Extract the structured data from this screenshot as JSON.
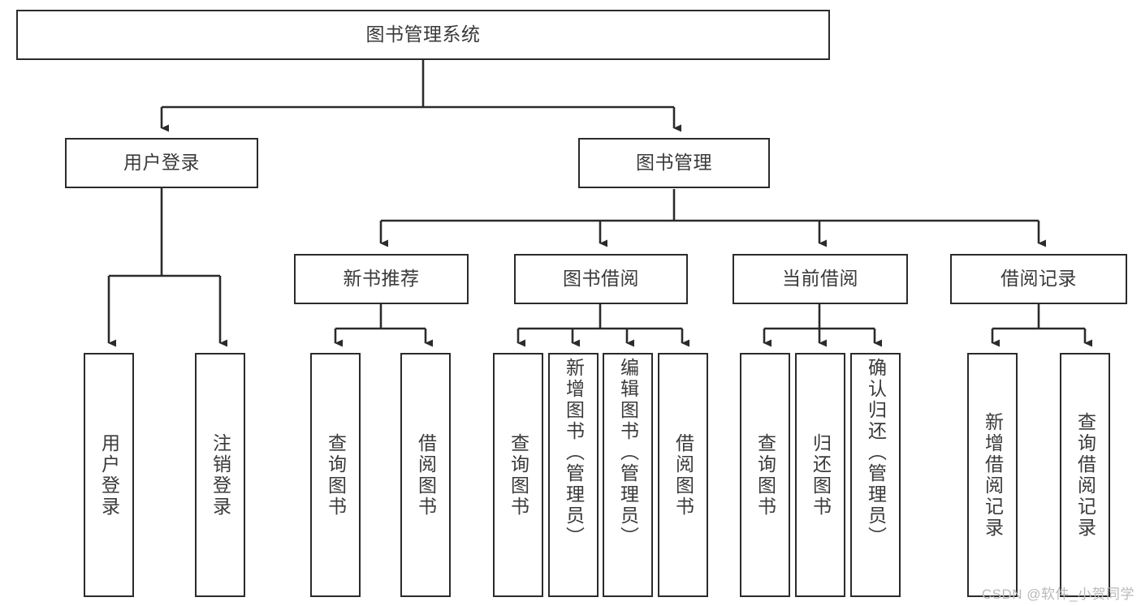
{
  "diagram": {
    "title": "图书管理系统",
    "type": "hierarchy-tree",
    "colors": {
      "box_border": "#2b2b2b",
      "box_fill": "#ffffff",
      "text": "#3a3a3a",
      "edge": "#2b2b2b",
      "watermark": "#b9b9b9",
      "background": "#ffffff"
    },
    "root": {
      "label": "图书管理系统"
    },
    "level2": [
      {
        "label": "用户登录"
      },
      {
        "label": "图书管理"
      }
    ],
    "level3": [
      {
        "label": "新书推荐"
      },
      {
        "label": "图书借阅"
      },
      {
        "label": "当前借阅"
      },
      {
        "label": "借阅记录"
      }
    ],
    "leaves": {
      "user_login": [
        {
          "label": "用户登录"
        },
        {
          "label": "注销登录"
        }
      ],
      "new_book_recommend": [
        {
          "label": "查询图书"
        },
        {
          "label": "借阅图书"
        }
      ],
      "book_borrow": [
        {
          "label": "查询图书"
        },
        {
          "label": "新增图书（管理员）"
        },
        {
          "label": "编辑图书（管理员）"
        },
        {
          "label": "借阅图书"
        }
      ],
      "current_borrow": [
        {
          "label": "查询图书"
        },
        {
          "label": "归还图书"
        },
        {
          "label": "确认归还（管理员）"
        }
      ],
      "borrow_record": [
        {
          "label": "新增借阅记录"
        },
        {
          "label": "查询借阅记录"
        }
      ]
    }
  },
  "watermark": {
    "text": "CSDN @软件_小贺同学"
  }
}
